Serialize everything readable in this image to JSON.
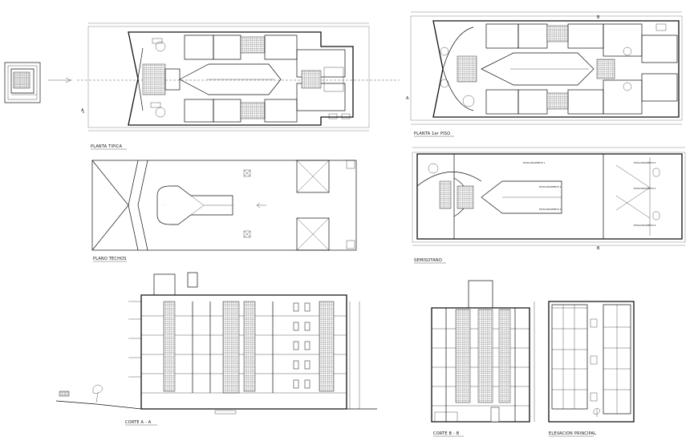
{
  "drawings": {
    "planta_tipica": "PLANTA TIPICA",
    "planta_1er_piso": "PLANTA 1er PISO",
    "plano_techos": "PLANO TECHOS",
    "semisotano": "SEMISOTANO",
    "corte_a": "CORTE A - A",
    "corte_b": "CORTE B - B",
    "elevacion": "ELEVACION PRINCIPAL"
  },
  "markers": {
    "a": "A",
    "b": "B"
  },
  "room_labels": {
    "estacionamiento_1": "ESTACIONAMIENTO 1",
    "estacionamiento_2": "ESTACIONAMIENTO 2",
    "estacionamiento_3": "ESTACIONAMIENTO 3",
    "estacionamiento_4": "ESTACIONAMIENTO 4",
    "estacionamiento_5": "ESTACIONAMIENTO 5",
    "estacionamiento_6": "ESTACIONAMIENTO 6"
  },
  "colors": {
    "ink": "#111111",
    "paper": "#ffffff"
  }
}
